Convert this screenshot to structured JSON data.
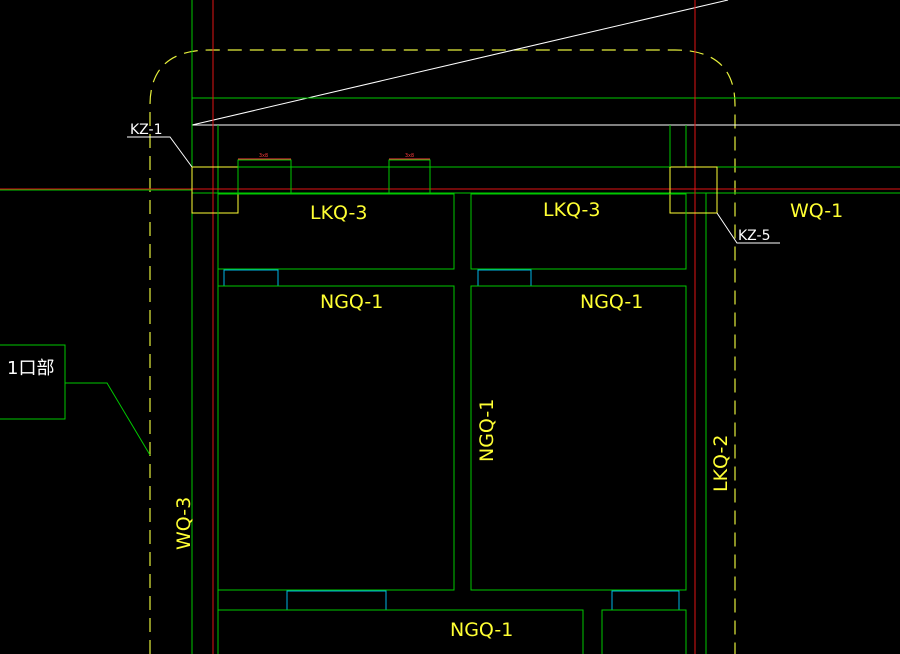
{
  "colors": {
    "background": "#000000",
    "wall_outline": "#00c800",
    "axis_red": "#e01414",
    "white_line": "#ffffff",
    "text_yellow": "#ffff33",
    "text_white": "#ffffff",
    "cyan_fill": "#00b4e6",
    "dashed_boundary": "#e6f03c",
    "dim_red": "#ff3c3c"
  },
  "labels": {
    "kz1": "KZ-1",
    "kz5": "KZ-5",
    "wq1": "WQ-1",
    "wq3": "WQ-3",
    "lkq3_left": "LKQ-3",
    "lkq3_right": "LKQ-3",
    "ngq1_left": "NGQ-1",
    "ngq1_right": "NGQ-1",
    "ngq1_vertical": "NGQ-1",
    "ngq1_bottom": "NGQ-1",
    "lkq2": "LKQ-2",
    "side_box": "1口部",
    "dim_a": "3x8",
    "dim_b": "3x8"
  }
}
